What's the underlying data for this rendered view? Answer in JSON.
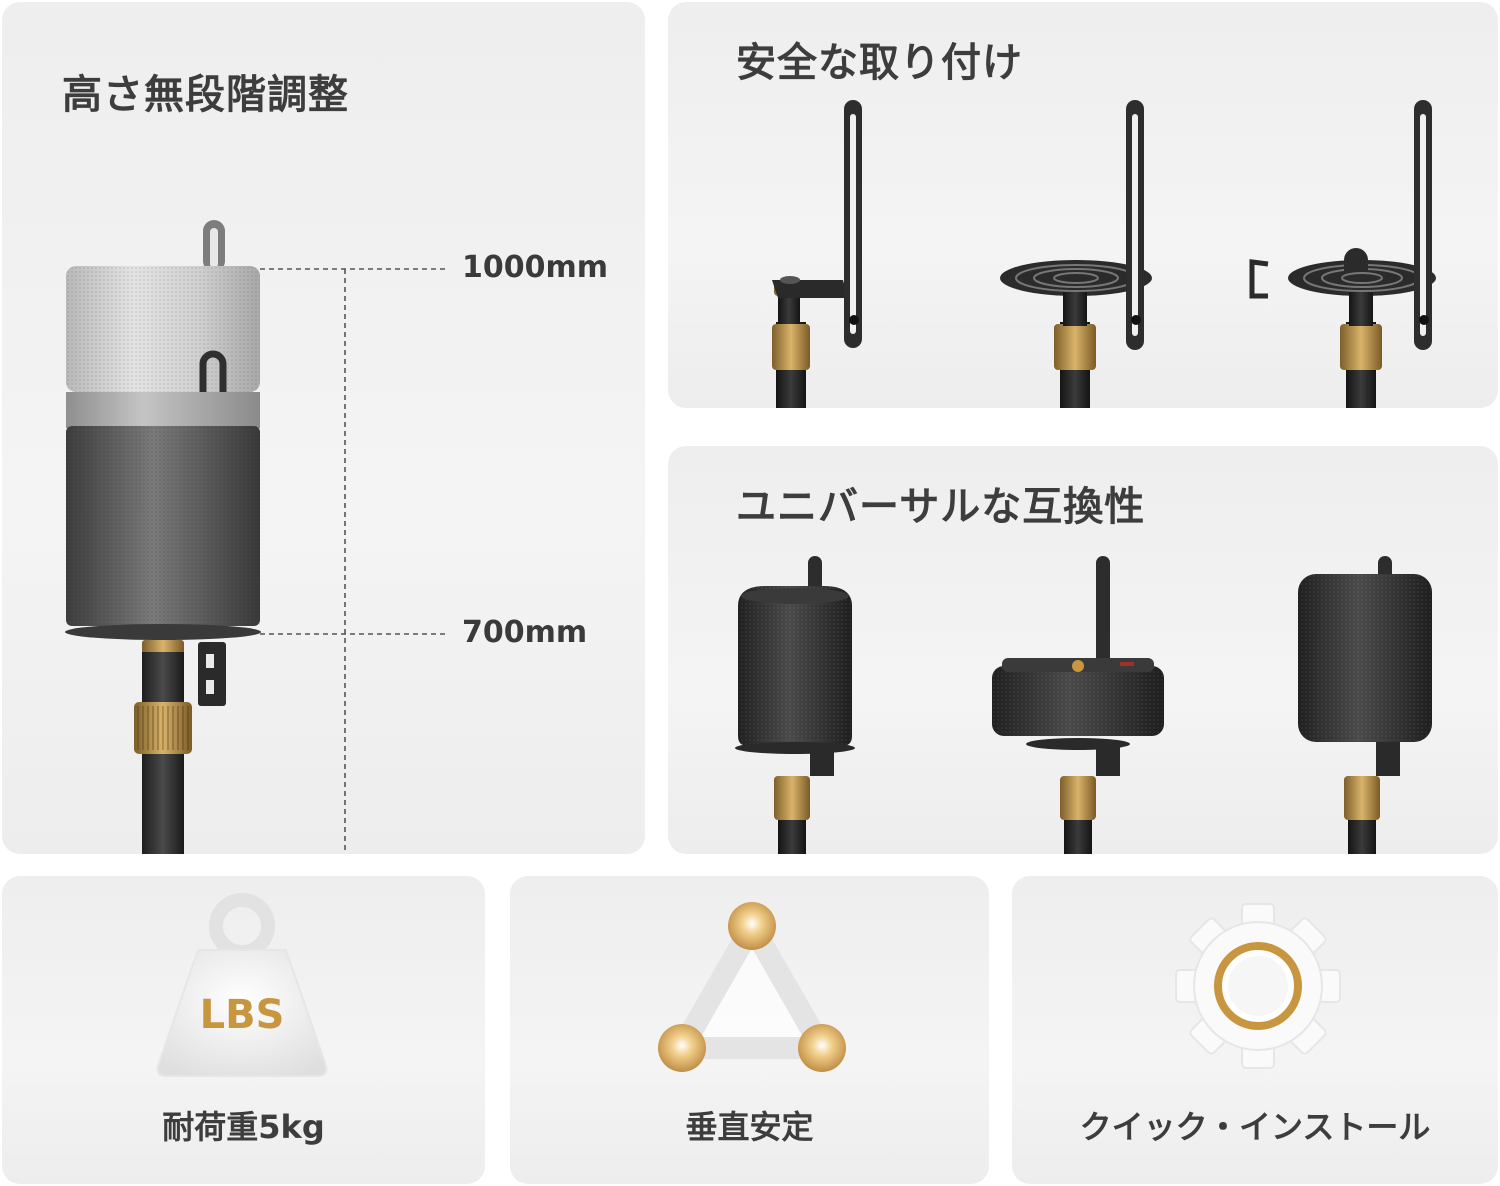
{
  "height_panel": {
    "title": "高さ無段階調整",
    "max_height_label": "1000mm",
    "min_height_label": "700mm",
    "illustration": "speaker-on-adjustable-stand"
  },
  "mount_panel": {
    "title": "安全な取り付け",
    "illustrations": [
      "bracket-arm-mount",
      "round-tray-mount",
      "tray-with-clamp-mount"
    ]
  },
  "compat_panel": {
    "title": "ユニバーサルな互換性",
    "illustrations": [
      "cylinder-speaker",
      "bar-speaker",
      "box-speaker"
    ]
  },
  "features": [
    {
      "label": "耐荷重5kg",
      "icon": "weight-icon",
      "icon_text": "LBS"
    },
    {
      "label": "垂直安定",
      "icon": "triangle-stability-icon"
    },
    {
      "label": "クイック・インストール",
      "icon": "gear-icon"
    }
  ],
  "colors": {
    "panel_bg": "#f0f0f0",
    "pole": "#2a2a2a",
    "brass": "#b9924e",
    "gold_accent": "#c7963f",
    "title_text": "#3d3d3d"
  }
}
